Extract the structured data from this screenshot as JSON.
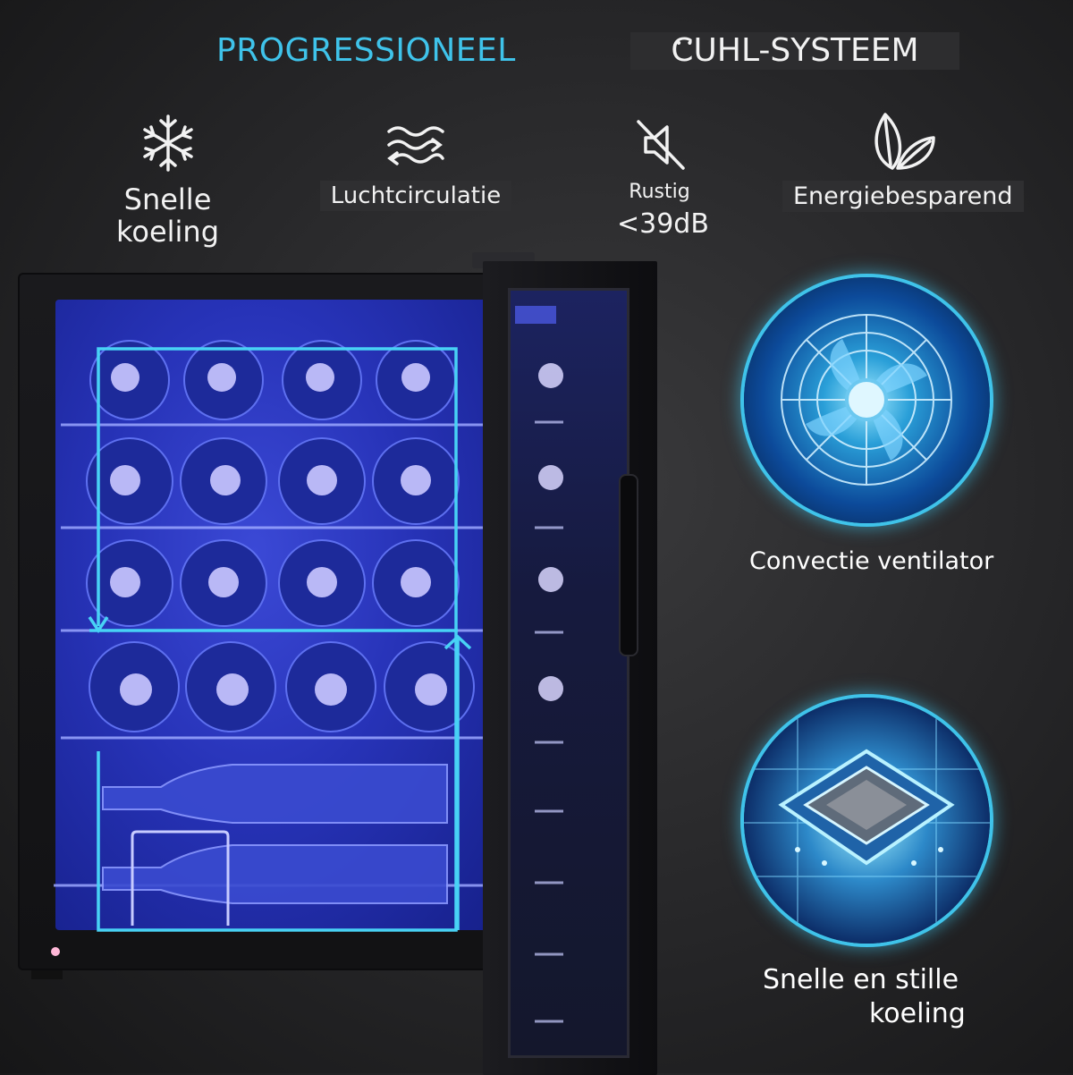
{
  "header": {
    "left_title": "PROGRESSIONEEL",
    "right_title": "CUHL-SYSTEEM",
    "right_title_dots": "••"
  },
  "features": [
    {
      "icon": "snowflake-icon",
      "line1": "Snelle",
      "line2": "koeling"
    },
    {
      "icon": "air-flow-icon",
      "line1": "Luchtcirculatie"
    },
    {
      "icon": "mute-icon",
      "line1": "Rustig",
      "line2": "<39dB"
    },
    {
      "icon": "leaf-icon",
      "line1": "Energiebesparend"
    }
  ],
  "fan": {
    "caption": "Convectie ventilator"
  },
  "chip": {
    "caption_line1": "Snelle en stille",
    "caption_line2": "koeling"
  },
  "colors": {
    "accent": "#3fc3ea",
    "interior": "#2733b8",
    "background": "#262628"
  }
}
